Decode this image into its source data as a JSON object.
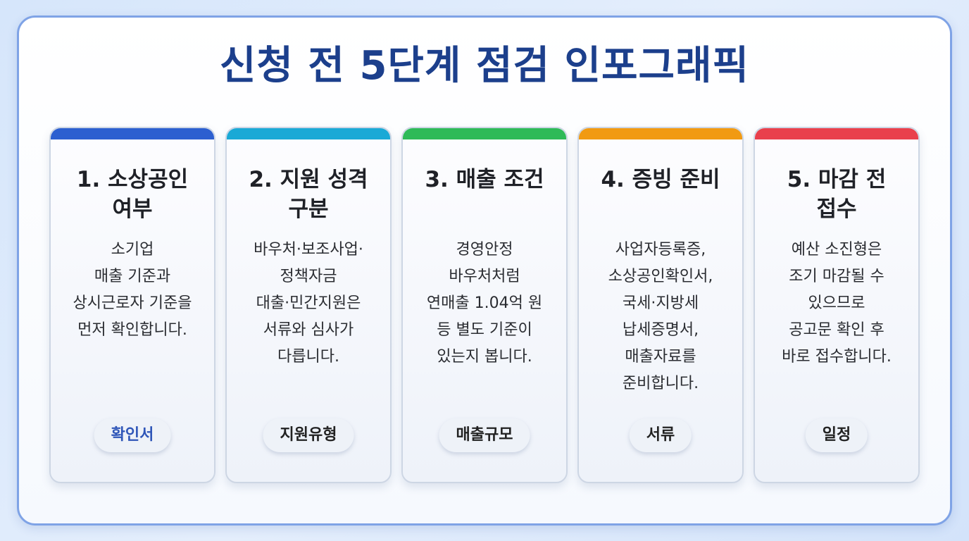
{
  "title": "신청 전 5단계 점검 인포그래픽",
  "cards": [
    {
      "title_lines": [
        "1. 소상공인",
        "여부"
      ],
      "body_lines": [
        "소기업",
        "매출 기준과",
        "상시근로자 기준을",
        "먼저 확인합니다."
      ],
      "badge": "확인서",
      "color": "#2c5fd0"
    },
    {
      "title_lines": [
        "2. 지원 성격",
        "구분"
      ],
      "body_lines": [
        "바우처·보조사업·",
        "정책자금",
        "대출·민간지원은",
        "서류와 심사가",
        "다릅니다."
      ],
      "badge": "지원유형",
      "color": "#1aa9d6"
    },
    {
      "title_lines": [
        "3. 매출 조건"
      ],
      "body_lines": [
        "경영안정",
        "바우처처럼",
        "연매출 1.04억 원",
        "등 별도 기준이",
        "있는지 봅니다."
      ],
      "badge": "매출규모",
      "color": "#2eba58"
    },
    {
      "title_lines": [
        "4. 증빙 준비"
      ],
      "body_lines": [
        "사업자등록증,",
        "소상공인확인서,",
        "국세·지방세",
        "납세증명서,",
        "매출자료를",
        "준비합니다."
      ],
      "badge": "서류",
      "color": "#f19a12"
    },
    {
      "title_lines": [
        "5. 마감 전",
        "접수"
      ],
      "body_lines": [
        "예산 소진형은",
        "조기 마감될 수",
        "있으므로",
        "공고문 확인 후",
        "바로 접수합니다."
      ],
      "badge": "일정",
      "color": "#e9404c"
    }
  ]
}
